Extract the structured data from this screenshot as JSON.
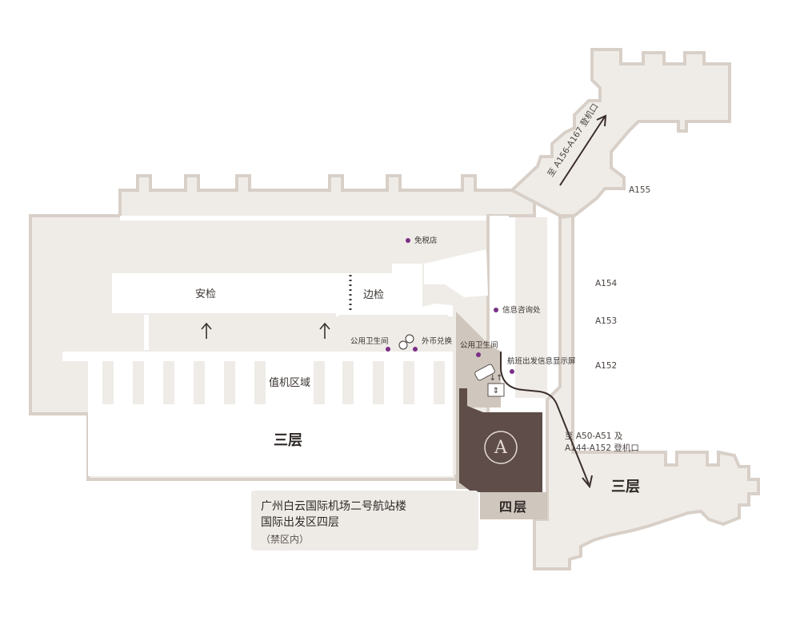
{
  "areas": {
    "security": "安检",
    "border": "边检",
    "checkin": "值机区域",
    "floor3_main": "三层",
    "floor3_right": "三层",
    "floor4": "四层"
  },
  "pois": {
    "duty_free": "免税店",
    "info_desk": "信息咨询处",
    "restroom_left": "公用卫生间",
    "currency": "外币兑换",
    "restroom_right": "公用卫生间",
    "flight_info": "航班出发信息显示屏"
  },
  "gates": {
    "a155": "A155",
    "a154": "A154",
    "a153": "A153",
    "a152": "A152",
    "to_a156": "至 A156-A167 登机口",
    "to_a50_line1": "至 A50-A51 及",
    "to_a50_line2": "A144-A152 登机口"
  },
  "info": {
    "title_line1": "广州白云国际机场二号航站楼",
    "title_line2": "国际出发区四层",
    "subtitle": "（禁区内）"
  },
  "lounge_logo": "A",
  "colors": {
    "floor_fill": "#efece8",
    "outline": "#d8d0c8",
    "lounge_dark": "#5e4d48",
    "lounge_band": "#cfc6bd",
    "poi_dot": "#7a2f86"
  }
}
